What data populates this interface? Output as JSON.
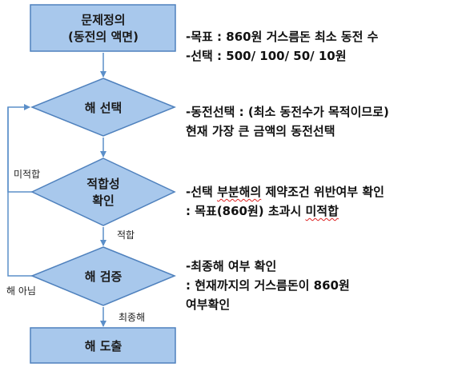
{
  "nodes": {
    "problem": {
      "line1": "문제정의",
      "line2": "(동전의 액면)"
    },
    "select": {
      "label": "해 선택"
    },
    "feasible": {
      "line1": "적합성",
      "line2": "확인"
    },
    "verify": {
      "label": "해 검증"
    },
    "result": {
      "label": "해 도출"
    }
  },
  "edges": {
    "not_feasible": "미적합",
    "feasible": "적합",
    "not_solution": "해 아님",
    "final": "최종해"
  },
  "notes": {
    "problem": {
      "line1": "-목표 : 860원 거스름돈 최소 동전 수",
      "line2": "-선택 : 500/ 100/ 50/ 10원"
    },
    "select": {
      "line1": "-동전선택 : (최소 동전수가 목적이므로)",
      "line2": " 현재 가장 큰 금액의 동전선택"
    },
    "feasible": {
      "line1a": "-선택 ",
      "line1b": "부분해의",
      "line1c": " 제약조건 위반여부 확인",
      "line2a": " : 목표(860원) 초과시 ",
      "line2b": "미적합"
    },
    "verify": {
      "line1": "-최종해 여부 확인",
      "line2": " : 현재까지의 거스름돈이 860원",
      "line3": "   여부확인"
    }
  },
  "colors": {
    "node_fill": "#a8c8ec",
    "node_stroke": "#4f81bd",
    "arrow": "#5b8fc9"
  }
}
